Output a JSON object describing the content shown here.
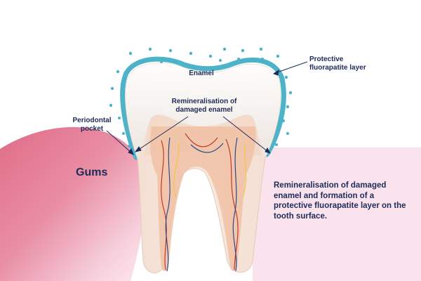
{
  "labels": {
    "enamel": "Enamel",
    "remineralisation": "Remineralisation of\ndamaged enamel",
    "protective_layer": "Protective\nfluorapatite layer",
    "periodontal_pocket": "Periodontal\npocket",
    "gums": "Gums"
  },
  "description": "Remineralisation of damaged enamel and formation of a protective fluorapatite layer on the tooth surface.",
  "colors": {
    "gum": "#d65a78",
    "gum_light": "#fbe3ee",
    "enamel": "#f4f0ec",
    "dentin": "#f1d3bf",
    "pulp": "#f0c1a4",
    "fluorapatite_layer": "#4db3c9",
    "text": "#1d2b5a"
  }
}
